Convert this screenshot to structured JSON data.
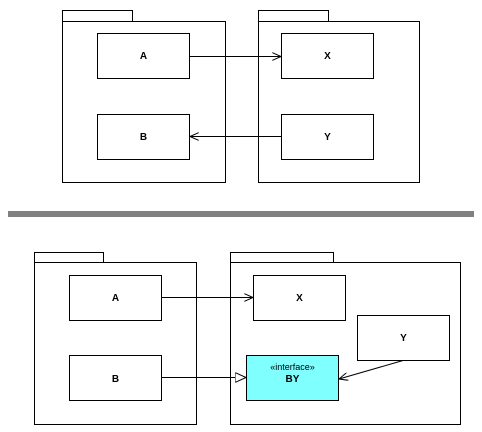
{
  "top_diagram": {
    "package_left": {
      "tab_label": ""
    },
    "package_right": {
      "tab_label": ""
    },
    "classes": {
      "a": "A",
      "b": "B",
      "x": "X",
      "y": "Y"
    }
  },
  "bottom_diagram": {
    "package_left": {
      "tab_label": ""
    },
    "package_right": {
      "tab_label": ""
    },
    "classes": {
      "a": "A",
      "b": "B",
      "x": "X",
      "y": "Y"
    },
    "interface": {
      "stereotype": "«interface»",
      "name": "BY",
      "fill": "#80ffff"
    }
  },
  "colors": {
    "separator": "#808080",
    "stroke": "#000000",
    "background": "#ffffff"
  }
}
